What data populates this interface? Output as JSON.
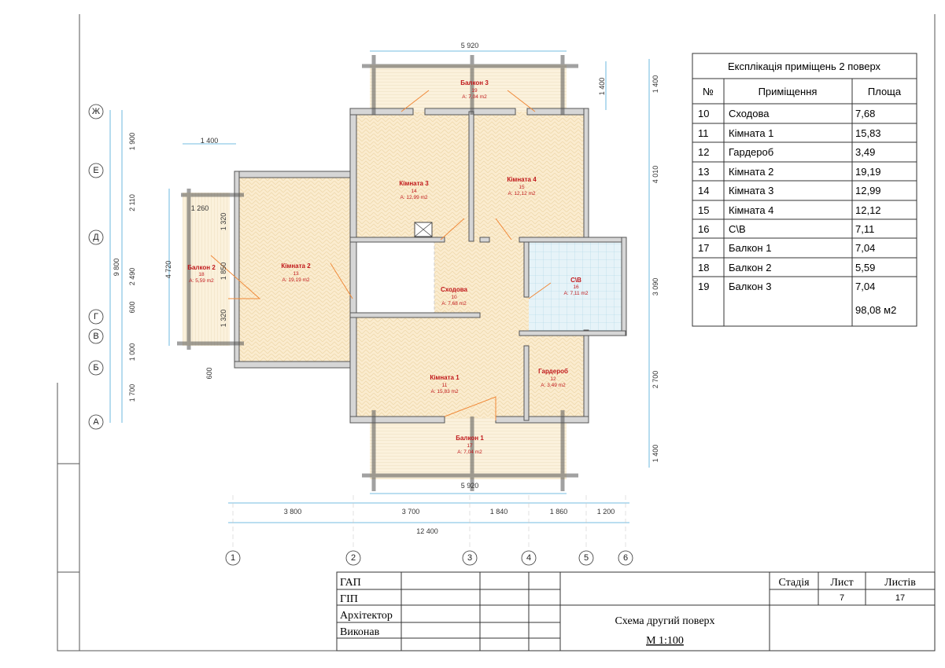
{
  "explication": {
    "title": "Експлікація приміщень 2 поверх",
    "headers": [
      "№",
      "Приміщення",
      "Площа"
    ],
    "rows": [
      [
        "10",
        "Сходова",
        "7,68"
      ],
      [
        "11",
        "Кімната 1",
        "15,83"
      ],
      [
        "12",
        "Гардероб",
        "3,49"
      ],
      [
        "13",
        "Кімната 2",
        "19,19"
      ],
      [
        "14",
        "Кімната 3",
        "12,99"
      ],
      [
        "15",
        "Кімната 4",
        "12,12"
      ],
      [
        "16",
        "С\\В",
        "7,11"
      ],
      [
        "17",
        "Балкон 1",
        "7,04"
      ],
      [
        "18",
        "Балкон 2",
        "5,59"
      ],
      [
        "19",
        "Балкон 3",
        "7,04"
      ]
    ],
    "total": "98,08 м2"
  },
  "rooms": {
    "balkon3": {
      "name": "Балкон 3",
      "num": "19",
      "area": "A: 7,04 m2"
    },
    "kimnata3": {
      "name": "Кімната 3",
      "num": "14",
      "area": "A: 12,99 m2"
    },
    "kimnata4": {
      "name": "Кімната 4",
      "num": "15",
      "area": "A: 12,12 m2"
    },
    "kimnata2": {
      "name": "Кімната 2",
      "num": "13",
      "area": "A: 19,19 m2"
    },
    "balkon2": {
      "name": "Балкон 2",
      "num": "18",
      "area": "A: 5,59 m2"
    },
    "skhodova": {
      "name": "Сходова",
      "num": "10",
      "area": "A: 7,68 m2"
    },
    "sv": {
      "name": "С\\В",
      "num": "16",
      "area": "A: 7,11 m2"
    },
    "kimnata1": {
      "name": "Кімната 1",
      "num": "11",
      "area": "A: 15,83 m2"
    },
    "garderob": {
      "name": "Гардероб",
      "num": "12",
      "area": "A: 3,49 m2"
    },
    "balkon1": {
      "name": "Балкон 1",
      "num": "17",
      "area": "A: 7,04 m2"
    }
  },
  "dimensions": {
    "top": "5 920",
    "bottom_balcony": "5 920",
    "bottom": [
      "3 800",
      "3 700",
      "1 840",
      "1 860",
      "1 200"
    ],
    "bottom_total": "12 400",
    "left": [
      "1 900",
      "2 110",
      "2 490",
      "600",
      "1 000",
      "1 700"
    ],
    "left_total": "9 800",
    "balcony2_total": "4 720",
    "right": [
      "1 400",
      "4 010",
      "3 090",
      "2 700",
      "1 400"
    ],
    "balcony3_depth": "1 400",
    "balcony2_top": "1 400",
    "balcony2_width": "1 260",
    "balcony2_parts": [
      "1 320",
      "1 850",
      "1 320"
    ],
    "balcony2_offset": "600"
  },
  "axes": {
    "vertical": [
      "1",
      "2",
      "3",
      "4",
      "5",
      "6"
    ],
    "horizontal": [
      "Ж",
      "Е",
      "Д",
      "Г",
      "В",
      "Б",
      "А"
    ]
  },
  "title_block": {
    "roles": [
      "ГАП",
      "ГІП",
      "Архітектор",
      "Виконав"
    ],
    "stage_label": "Стадія",
    "sheet_label": "Лист",
    "sheets_label": "Листів",
    "sheet": "7",
    "sheets": "17",
    "drawing_title": "Схема другий поверх",
    "scale": "М 1:100"
  }
}
